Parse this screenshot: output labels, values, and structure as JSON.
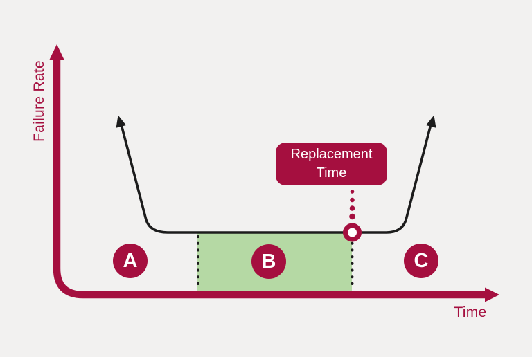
{
  "colors": {
    "background": "#f2f1f0",
    "accent_crimson": "#a50f3f",
    "region_green": "#b5d9a4",
    "curve_black": "#1c1c1c",
    "marker_fill": "#ffffff",
    "label_text": "#ffffff"
  },
  "axes": {
    "y_label": "Failure Rate",
    "x_label": "Time"
  },
  "regions": {
    "a": {
      "label": "A",
      "highlighted": false
    },
    "b": {
      "label": "B",
      "highlighted": true
    },
    "c": {
      "label": "C",
      "highlighted": false
    }
  },
  "callout": {
    "line1": "Replacement",
    "line2": "Time"
  }
}
